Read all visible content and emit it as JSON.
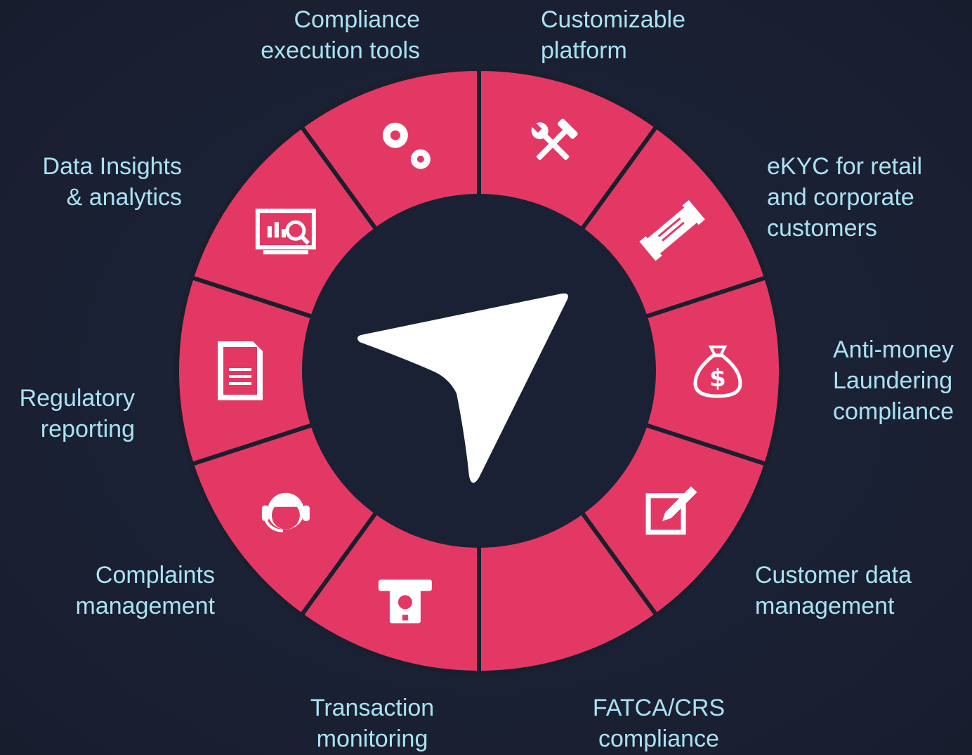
{
  "colors": {
    "background": "#1b2134",
    "segment": "#e43864",
    "segment_border": "#1a1f2e",
    "center": "#1b2134",
    "icon": "#ffffff",
    "label": "#a9e2f3"
  },
  "segments": [
    {
      "label": "Customizable\nplatform",
      "icon": "hammer-wrench-icon"
    },
    {
      "label": "eKYC for retail\nand corporate\ncustomers",
      "icon": "handshake-icon"
    },
    {
      "label": "Anti-money\nLaundering\ncompliance",
      "icon": "money-bag-icon"
    },
    {
      "label": "Customer data\nmanagement",
      "icon": "edit-pencil-icon"
    },
    {
      "label": "FATCA/CRS\ncompliance",
      "icon": ""
    },
    {
      "label": "Transaction\nmonitoring",
      "icon": "atm-cash-icon"
    },
    {
      "label": "Complaints\nmanagement",
      "icon": "headset-agent-icon"
    },
    {
      "label": "Regulatory\nreporting",
      "icon": "document-icon"
    },
    {
      "label": "Data Insights\n& analytics",
      "icon": "monitor-analytics-icon"
    },
    {
      "label": "Compliance\nexecution tools",
      "icon": "gears-icon"
    }
  ],
  "center_icon": "navigation-arrow-icon"
}
